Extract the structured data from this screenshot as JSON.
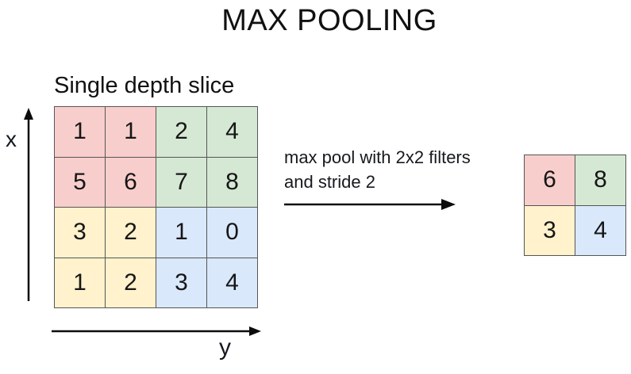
{
  "title": "MAX POOLING",
  "colors": {
    "pink": "#f8cecc",
    "green": "#d5e8d4",
    "yellow": "#fff2cc",
    "blue": "#dae8fc",
    "border": "#555555",
    "ink": "#111111"
  },
  "input_grid": {
    "label": "Single depth slice",
    "axis_x_label": "x",
    "axis_y_label": "y",
    "cells": [
      {
        "value": "1",
        "color": "pink"
      },
      {
        "value": "1",
        "color": "pink"
      },
      {
        "value": "2",
        "color": "green"
      },
      {
        "value": "4",
        "color": "green"
      },
      {
        "value": "5",
        "color": "pink"
      },
      {
        "value": "6",
        "color": "pink"
      },
      {
        "value": "7",
        "color": "green"
      },
      {
        "value": "8",
        "color": "green"
      },
      {
        "value": "3",
        "color": "yellow"
      },
      {
        "value": "2",
        "color": "yellow"
      },
      {
        "value": "1",
        "color": "blue"
      },
      {
        "value": "0",
        "color": "blue"
      },
      {
        "value": "1",
        "color": "yellow"
      },
      {
        "value": "2",
        "color": "yellow"
      },
      {
        "value": "3",
        "color": "blue"
      },
      {
        "value": "4",
        "color": "blue"
      }
    ]
  },
  "operation": {
    "description": "max pool with 2x2 filters\nand stride 2"
  },
  "output_grid": {
    "cells": [
      {
        "value": "6",
        "color": "pink"
      },
      {
        "value": "8",
        "color": "green"
      },
      {
        "value": "3",
        "color": "yellow"
      },
      {
        "value": "4",
        "color": "blue"
      }
    ]
  }
}
